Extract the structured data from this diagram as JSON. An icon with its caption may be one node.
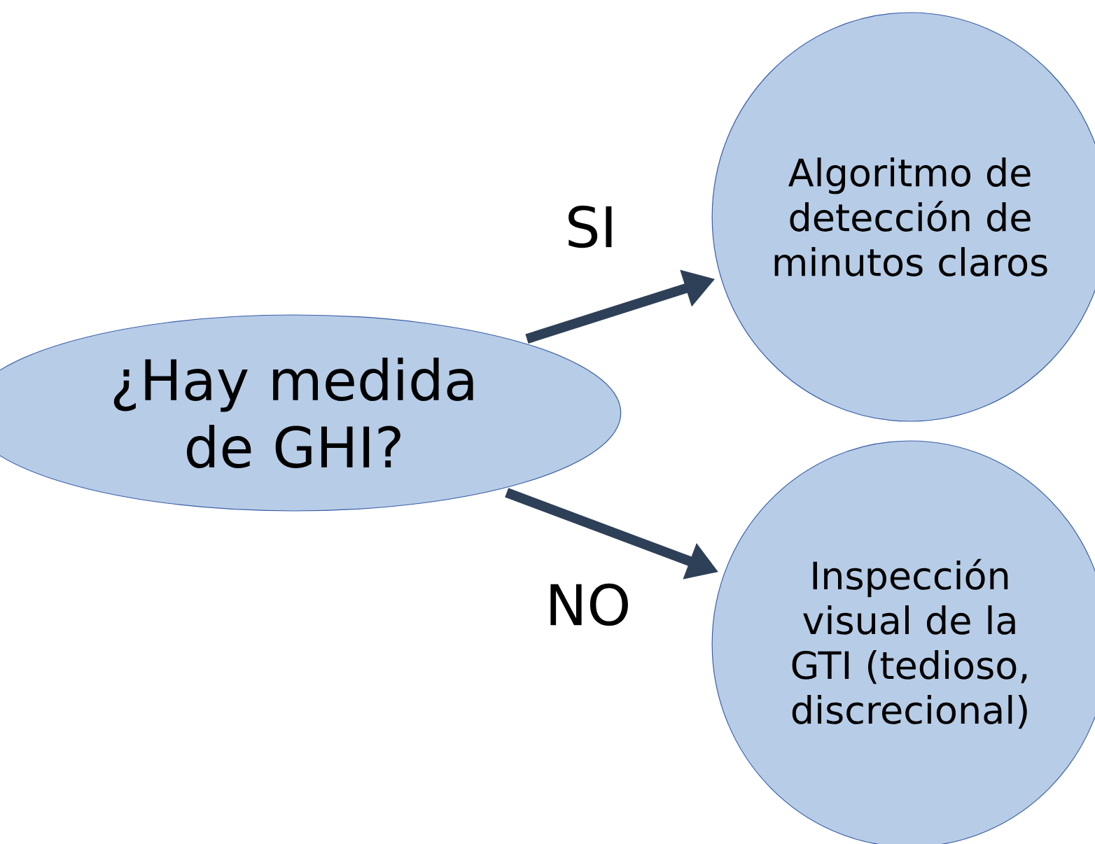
{
  "diagram": {
    "nodes": [
      {
        "text": [
          "¿Hay medida de GHI?"
        ]
      },
      {
        "text": [
          "Algoritmo de detección de minutos claros"
        ]
      },
      {
        "text": [
          "Inspección visual de la GTI (tedioso, discrecional)"
        ]
      }
    ],
    "edges": [
      {
        "from": 0,
        "to": 1,
        "arrow": "to",
        "label": "SI"
      },
      {
        "from": 0,
        "to": 2,
        "arrow": "to",
        "label": "NO"
      }
    ]
  }
}
